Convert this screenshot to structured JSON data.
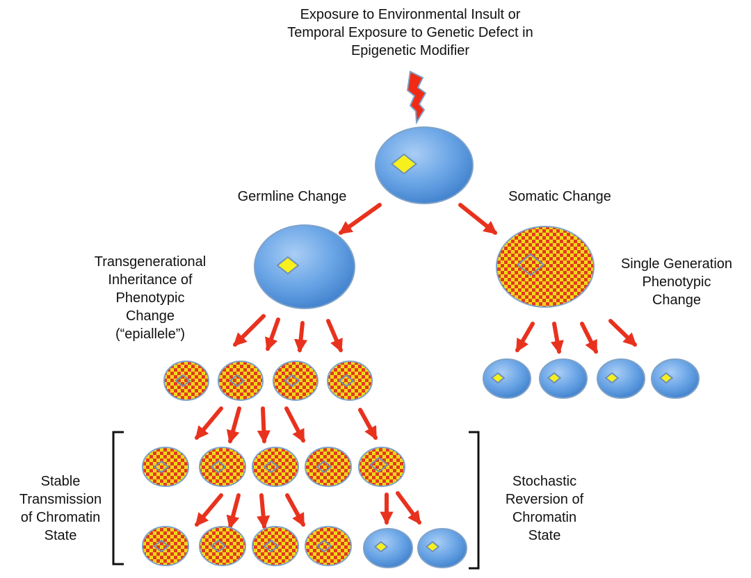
{
  "title": "Exposure to Environmental Insult or\nTemporal Exposure to Genetic Defect in\nEpigenetic Modifier",
  "branches": {
    "germline": "Germline Change",
    "somatic": "Somatic Change"
  },
  "outcomes": {
    "transgenerational": "Transgenerational\nInheritance of\nPhenotypic\nChange\n(“epiallele”)",
    "single_generation": "Single Generation\nPhenotypic\nChange"
  },
  "brackets": {
    "stable": "Stable\nTransmission\nof Chromatin\nState",
    "stochastic": "Stochastic\nReversion of\nChromatin\nState"
  },
  "colors": {
    "arrow": "#e8321e",
    "cell_blue": "#4f8fd6",
    "cell_outline": "#7fa2c8",
    "modified_yellow": "#f2e41a",
    "modified_red": "#e23a1f",
    "nucleus_yellow": "#f5f01e",
    "lightning": "#f02a14",
    "bracket": "#111111"
  },
  "icons": {
    "exposure": "lightning-bolt-icon"
  }
}
